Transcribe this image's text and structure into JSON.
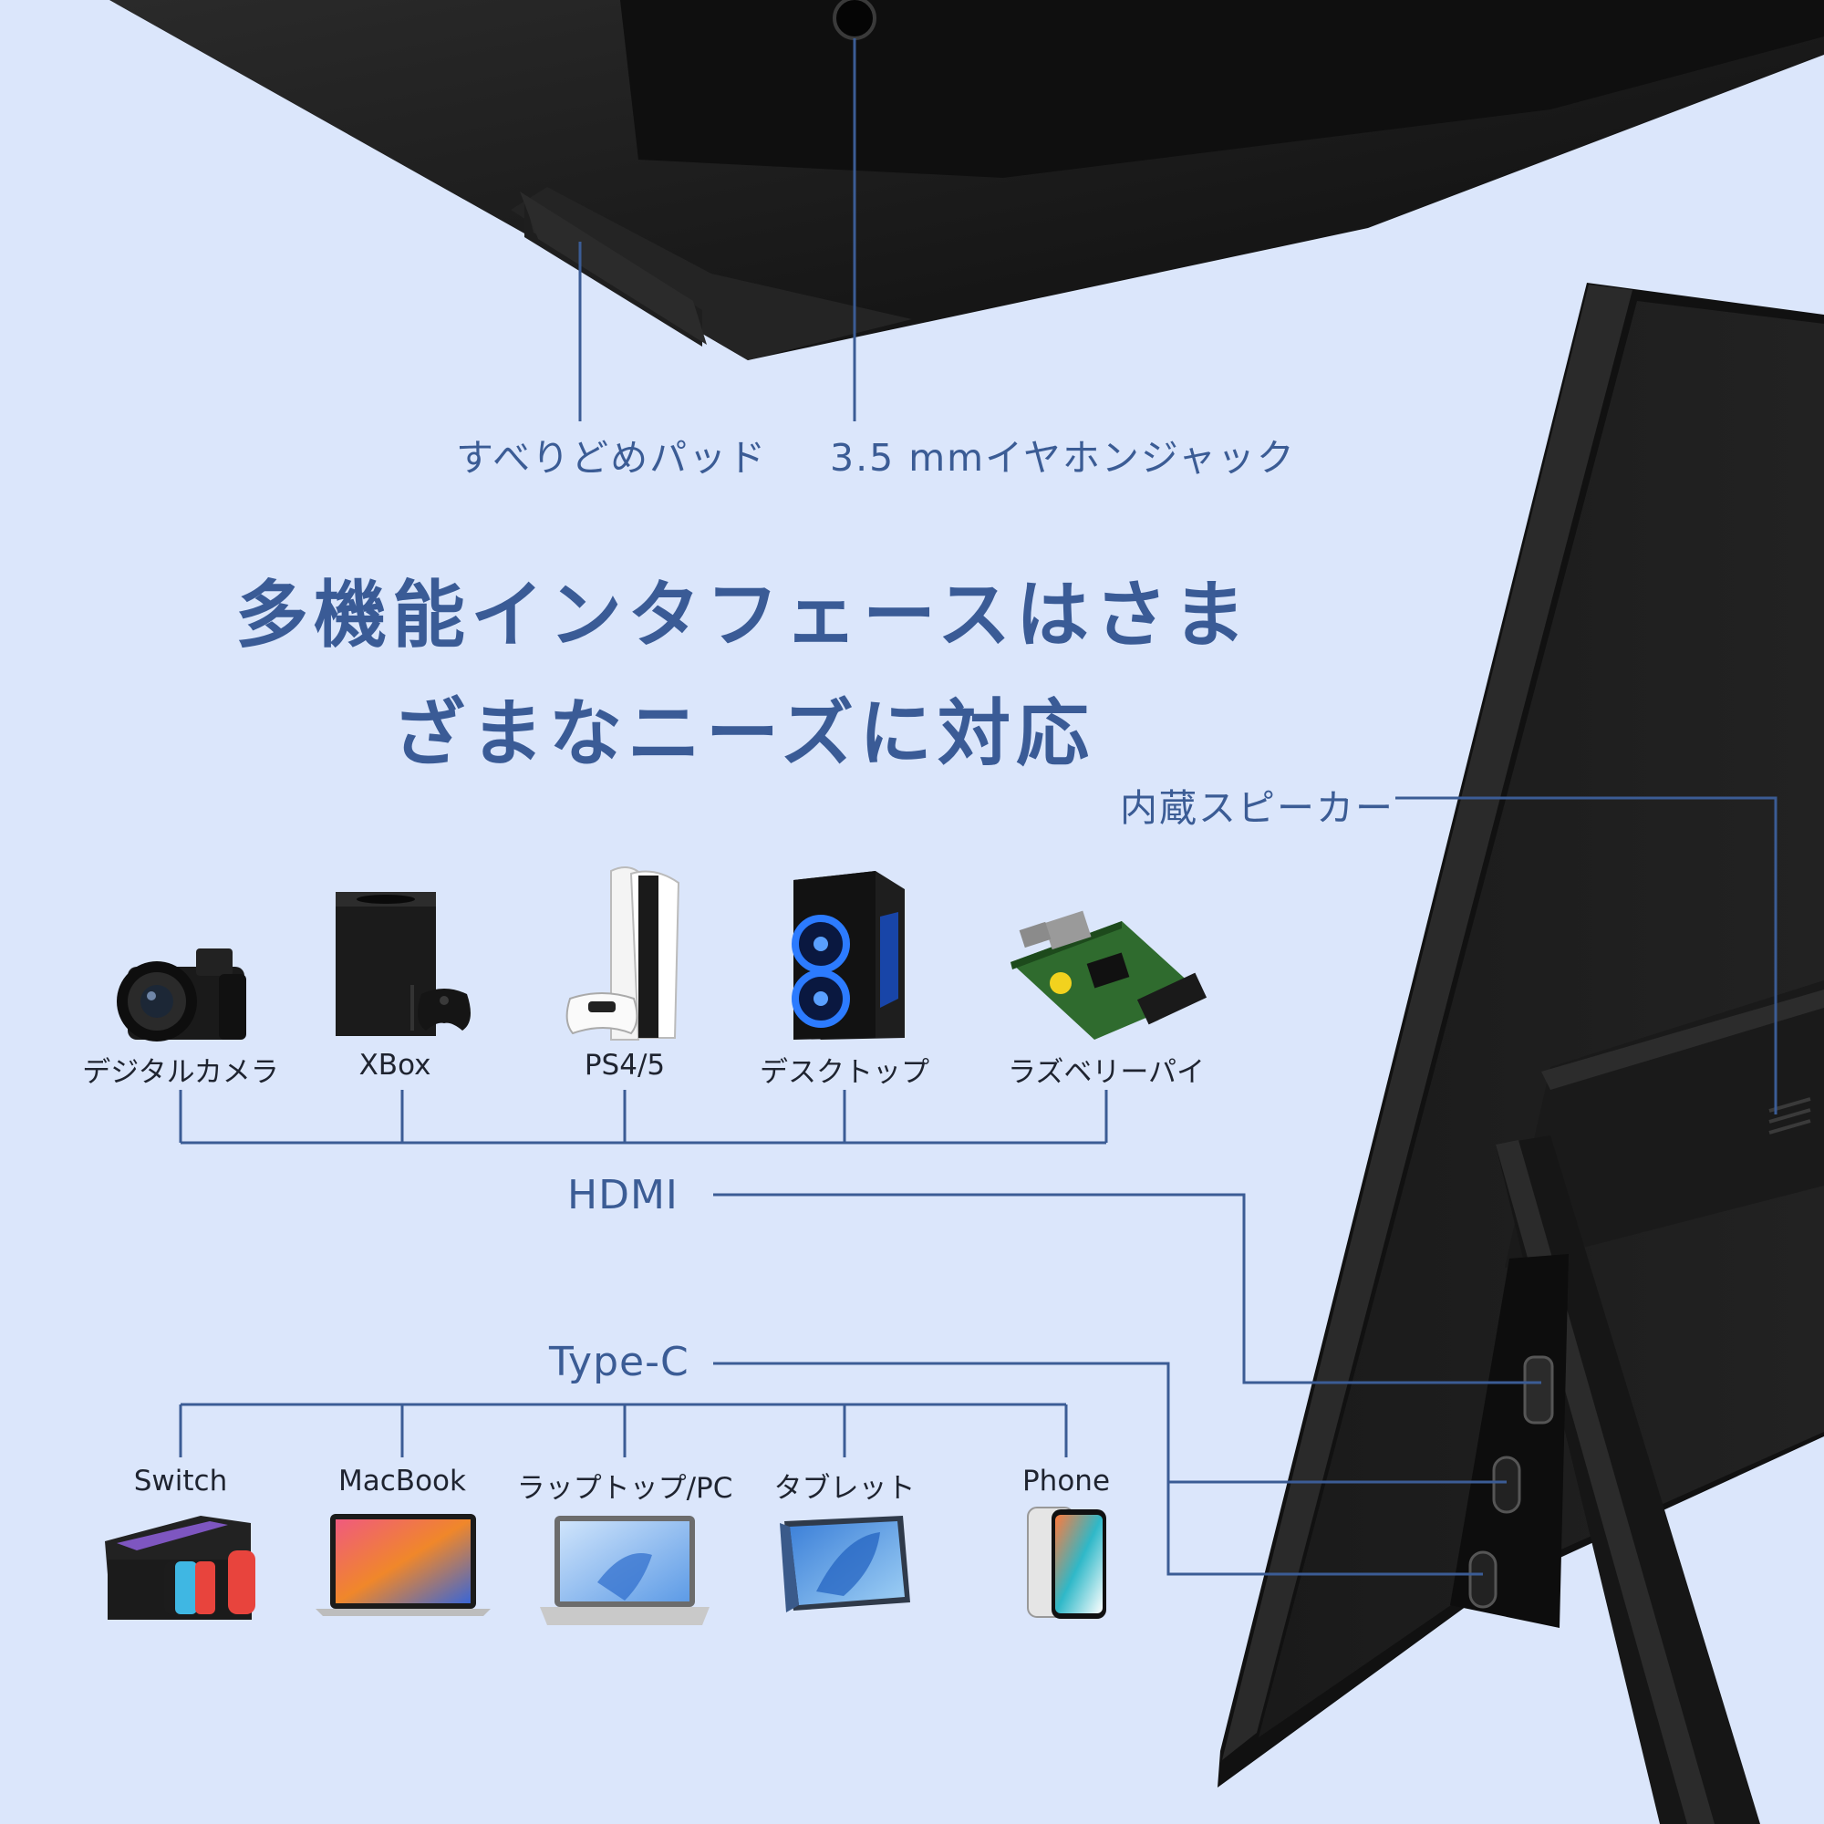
{
  "callouts": {
    "anti_slip_pad": "すべりどめパッド",
    "earphone_jack": "3.5 mmイヤホンジャック",
    "speaker": "内蔵スピーカー"
  },
  "headline": {
    "line1": "多機能インタフェースはさま",
    "line2": "ざまなニーズに対応"
  },
  "ports": {
    "hdmi": "HDMI",
    "typec": "Type-C"
  },
  "hdmi_devices": [
    {
      "label": "デジタルカメラ",
      "icon": "camera-icon"
    },
    {
      "label": "XBox",
      "icon": "xbox-console-icon"
    },
    {
      "label": "PS4/5",
      "icon": "playstation-console-icon"
    },
    {
      "label": "デスクトップ",
      "icon": "desktop-tower-icon"
    },
    {
      "label": "ラズベリーパイ",
      "icon": "raspberry-pi-board-icon"
    }
  ],
  "typec_devices": [
    {
      "label": "Switch",
      "icon": "switch-console-icon"
    },
    {
      "label": "MacBook",
      "icon": "macbook-icon"
    },
    {
      "label": "ラップトップ/PC",
      "icon": "laptop-icon"
    },
    {
      "label": "タブレット",
      "icon": "tablet-icon"
    },
    {
      "label": "Phone",
      "icon": "phone-icon"
    }
  ],
  "colors": {
    "background": "#dbe6fb",
    "accent": "#3b5c95",
    "monitor": "#141414"
  }
}
